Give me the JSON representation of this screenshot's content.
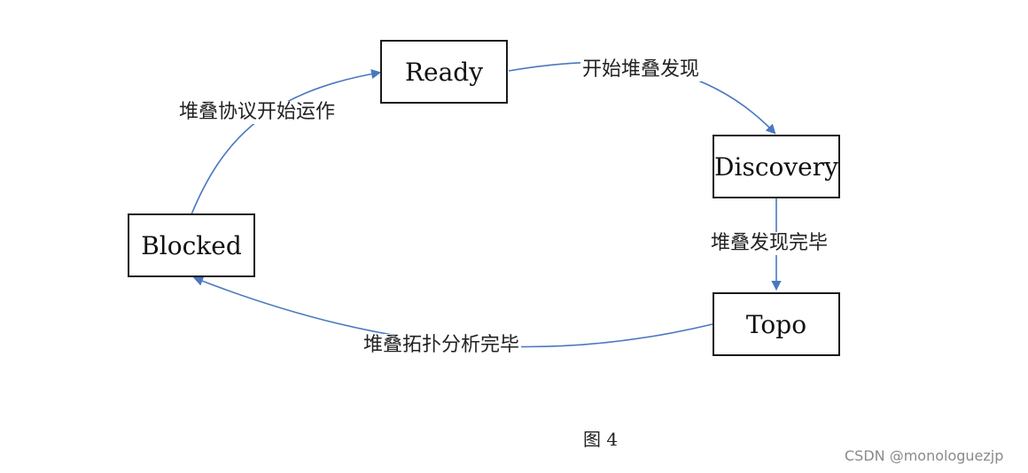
{
  "diagram": {
    "states": {
      "ready": "Ready",
      "discovery": "Discovery",
      "topo": "Topo",
      "blocked": "Blocked"
    },
    "transitions": {
      "ready_to_discovery": "开始堆叠发现",
      "discovery_to_topo": "堆叠发现完毕",
      "topo_to_blocked": "堆叠拓扑分析完毕",
      "blocked_to_ready": "堆叠协议开始运作"
    },
    "colors": {
      "edge": "#4a78c0",
      "box_border": "#1a1a1a"
    }
  },
  "caption": "图 4",
  "watermark": "CSDN @monologuezjp"
}
